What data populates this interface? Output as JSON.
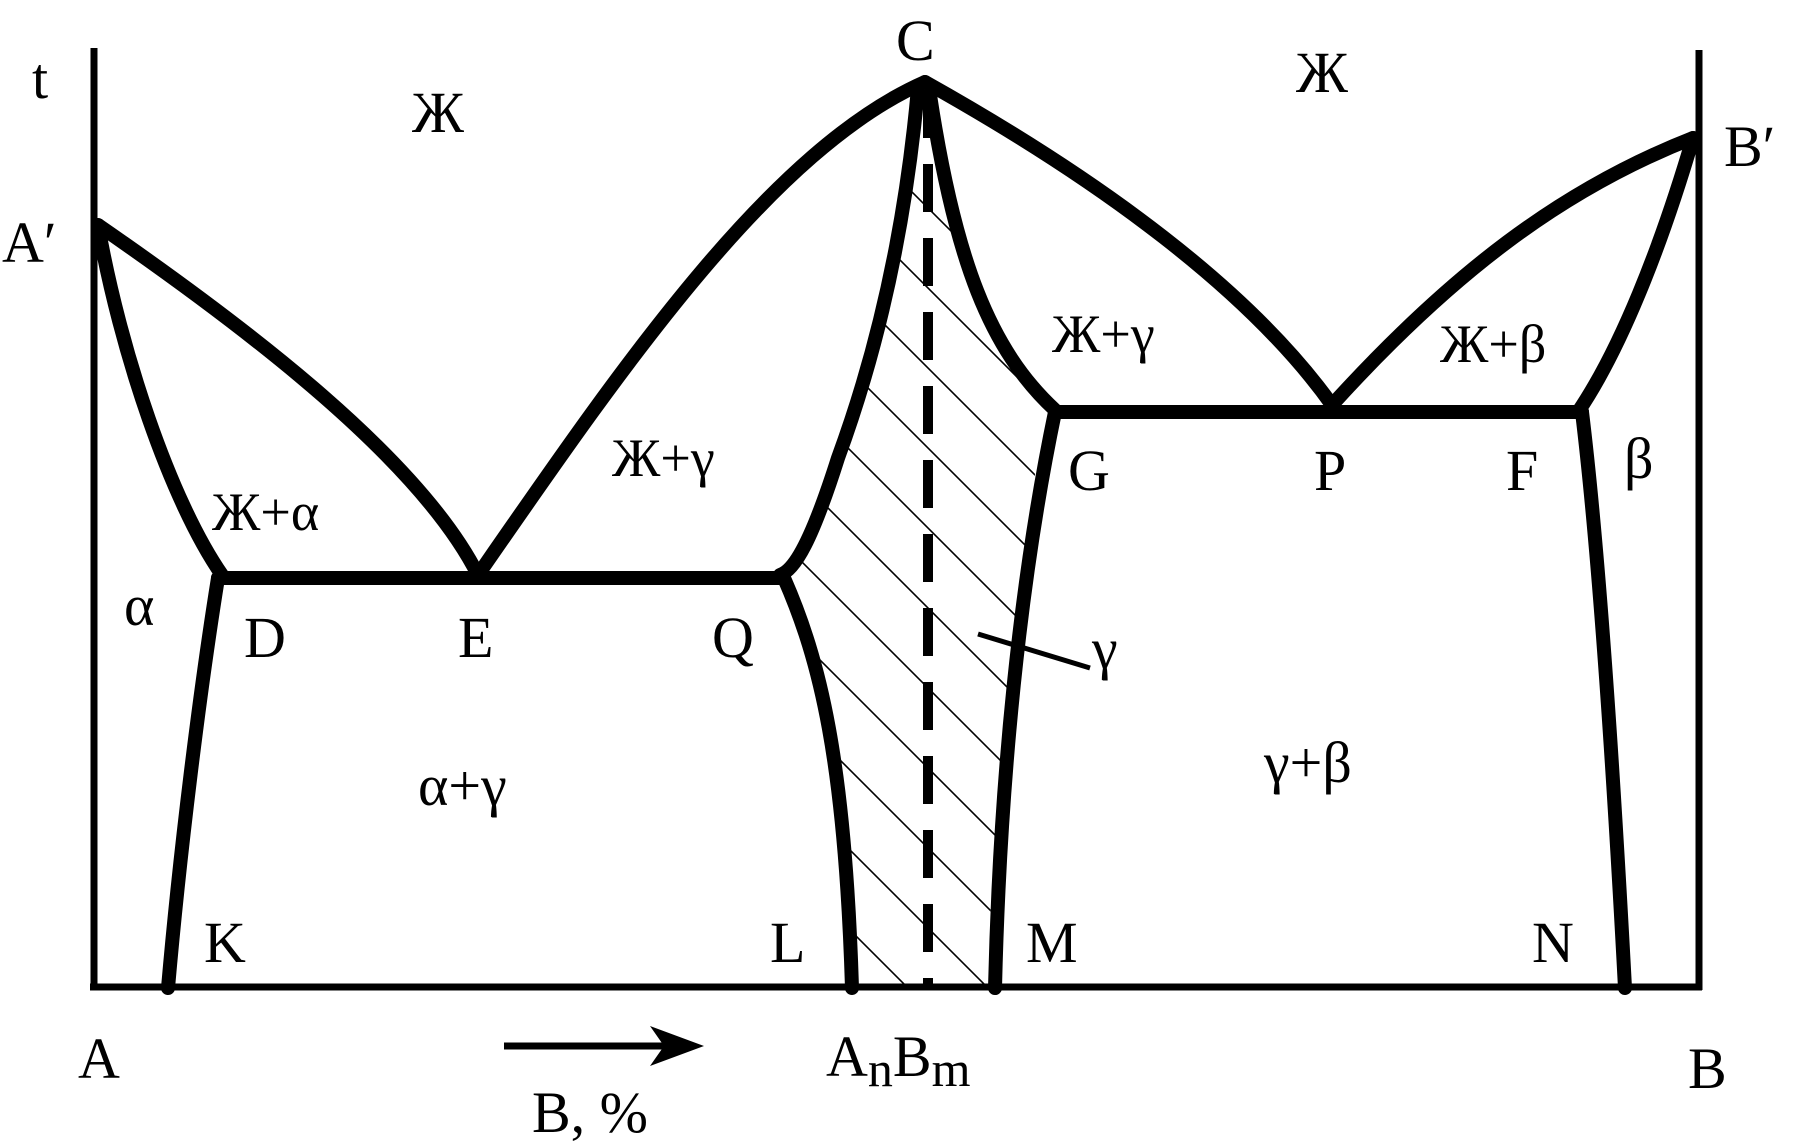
{
  "axes": {
    "y_label": "t",
    "x_label": "B, %",
    "left_component": "A",
    "right_component": "B",
    "compound": "AnBm",
    "compound_parts": {
      "a": "A",
      "n": "n",
      "b": "B",
      "m": "m"
    }
  },
  "points": {
    "A_prime": "A′",
    "B_prime": "B′",
    "C": "C",
    "D": "D",
    "E": "E",
    "Q": "Q",
    "G": "G",
    "P": "P",
    "F": "F",
    "K": "K",
    "L": "L",
    "M": "M",
    "N": "N"
  },
  "phases": {
    "liquid_left": "Ж",
    "liquid_right": "Ж",
    "liq_alpha": "Ж+α",
    "liq_gamma_left": "Ж+γ",
    "liq_gamma_right": "Ж+γ",
    "liq_beta": "Ж+β",
    "alpha": "α",
    "beta": "β",
    "gamma": "γ",
    "alpha_gamma": "α+γ",
    "gamma_beta": "γ+β"
  }
}
